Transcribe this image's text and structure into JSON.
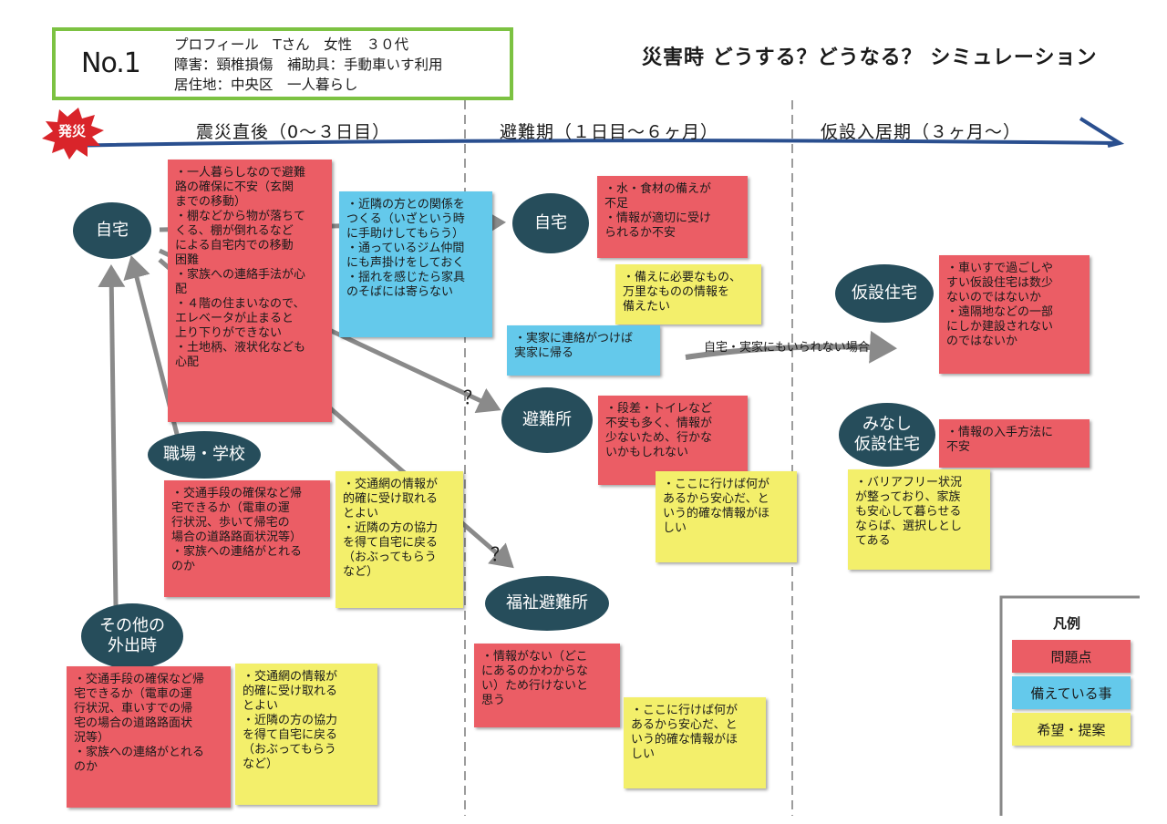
{
  "profile": {
    "number": "No.1",
    "lines": [
      "プロフィール　Tさん　女性　３０代",
      "障害：頸椎損傷　補助具：手動車いす利用",
      "居住地：中央区　一人暮らし"
    ]
  },
  "page_title": "災害時 どうする？どうなる？ シミュレーション",
  "hassai": "発災",
  "phases": [
    "震災直後（0～３日目）",
    "避難期（１日目～６ヶ月）",
    "仮設入居期（３ヶ月～）"
  ],
  "nodes": {
    "home1": "自宅",
    "work": "職場・学校",
    "other": "その他の\n外出時",
    "home2": "自宅",
    "shelter": "避難所",
    "welfare": "福祉避難所",
    "temp": "仮設住宅",
    "deemed": "みなし\n仮設住宅"
  },
  "notes": {
    "home_problems": "・一人暮らしなので避難\n路の確保に不安（玄関\nまでの移動）\n・棚などから物が落ちて\nくる、棚が倒れるなど\nによる自宅内での移動\n困難\n・家族への連絡手法が心\n配\n・４階の住まいなので、\nエレベータが止まると\n上り下りができない\n・土地柄、液状化なども\n心配",
    "home_prepared": "・近隣の方との関係を\nつくる（いざという時\nに手助けしてもらう）\n・通っているジム仲間\nにも声掛けをしておく\n・揺れを感じたら家具\nのそばには寄らない",
    "work_problems": "・交通手段の確保など帰\n宅できるか（電車の運\n行状況、歩いて帰宅の\n場合の道路路面状況等）\n・家族への連絡がとれる\nのか",
    "work_wish": "・交通網の情報が\n的確に受け取れる\nとよい\n・近隣の方の協力\nを得て自宅に戻る\n（おぶってもらう\nなど）",
    "other_problems": "・交通手段の確保など帰\n宅できるか（電車の運\n行状況、車いすでの帰\n宅の場合の道路路面状\n況等）\n・家族への連絡がとれる\nのか",
    "other_wish": "・交通網の情報が\n的確に受け取れる\nとよい\n・近隣の方の協力\nを得て自宅に戻る\n（おぶってもらう\nなど）",
    "home2_problems": "・水・食材の備えが\n不足\n・情報が適切に受け\nられるか不安",
    "home2_wish": "・備えに必要なもの、\n万里なものの情報を\n備えたい",
    "home2_prepared": "・実家に連絡がつけば\n実家に帰る",
    "shelter_problems": "・段差・トイレなど\n不安も多く、情報が\n少ないため、行かな\nいかもしれない",
    "shelter_wish": "・ここに行けば何が\nあるから安心だ、と\nいう的確な情報がほ\nしい",
    "welfare_problems": "・情報がない（どこ\nにあるのかわからな\nい）ため行けないと\n思う",
    "welfare_wish": "・ここに行けば何が\nあるから安心だ、と\nいう的確な情報がほ\nしい",
    "temp_problems": "・車いすで過ごしや\nすい仮設住宅は数少\nないのではないか\n・遠隔地などの一部\nにしか建設されない\nのではないか",
    "deemed_problems": "・情報の入手方法に\n不安",
    "deemed_wish": "・バリアフリー状況\nが整っており、家族\nも安心して暮らせる\nならば、選択しとし\nてある"
  },
  "arrow_label": "自宅・実家にもいられない場合",
  "question_mark": "？",
  "legend": {
    "title": "凡例",
    "items": [
      {
        "label": "問題点",
        "color": "#eb5d65"
      },
      {
        "label": "備えている事",
        "color": "#64c9eb"
      },
      {
        "label": "希望・提案",
        "color": "#f3ef6b"
      }
    ]
  },
  "colors": {
    "node": "#264d5b",
    "profile_border": "#7cc242",
    "timeline": "#2a4f8f",
    "arrow": "#8a8a8a",
    "hassai_badge": "#d9242a"
  }
}
